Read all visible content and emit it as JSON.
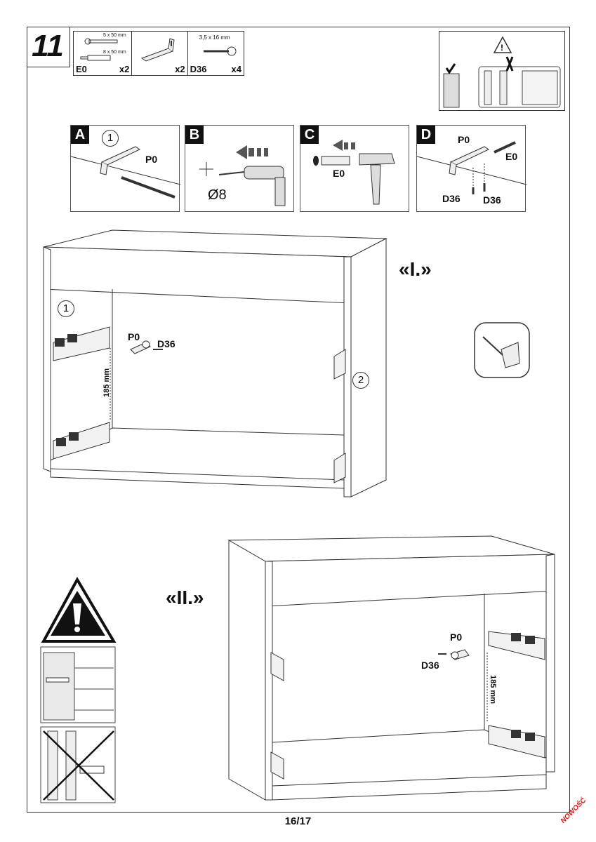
{
  "step": {
    "number": "11"
  },
  "parts": {
    "e0": {
      "sizes": [
        "5 x 50 mm",
        "8 x 50 mm"
      ],
      "code": "E0",
      "qty": "x2"
    },
    "p0": {
      "qty": "x2"
    },
    "d36": {
      "size": "3,5 x 16 mm",
      "code": "D36",
      "qty": "x4"
    }
  },
  "panels": {
    "a": {
      "letter": "A",
      "circle": "1",
      "label": "P0"
    },
    "b": {
      "letter": "B",
      "diameter": "Ø8"
    },
    "c": {
      "letter": "C",
      "label": "E0"
    },
    "d": {
      "letter": "D",
      "p0": "P0",
      "e0": "E0",
      "d36a": "D36",
      "d36b": "D36"
    }
  },
  "view1": {
    "roman": "«I.»",
    "circle1": "1",
    "circle2": "2",
    "p0": "P0",
    "d36": "D36",
    "dimension": "185 mm"
  },
  "view2": {
    "roman": "«II.»",
    "p0": "P0",
    "d36": "D36",
    "dimension": "185 mm"
  },
  "footer": {
    "page": "16/17",
    "stamp": "NOWOŚĆ"
  },
  "icons": [
    "warning-triangle-icon",
    "check-icon",
    "cross-icon",
    "drill-icon",
    "hammer-icon",
    "dustpan-icon",
    "screw-icon",
    "wall-plug-icon",
    "bracket-icon"
  ]
}
